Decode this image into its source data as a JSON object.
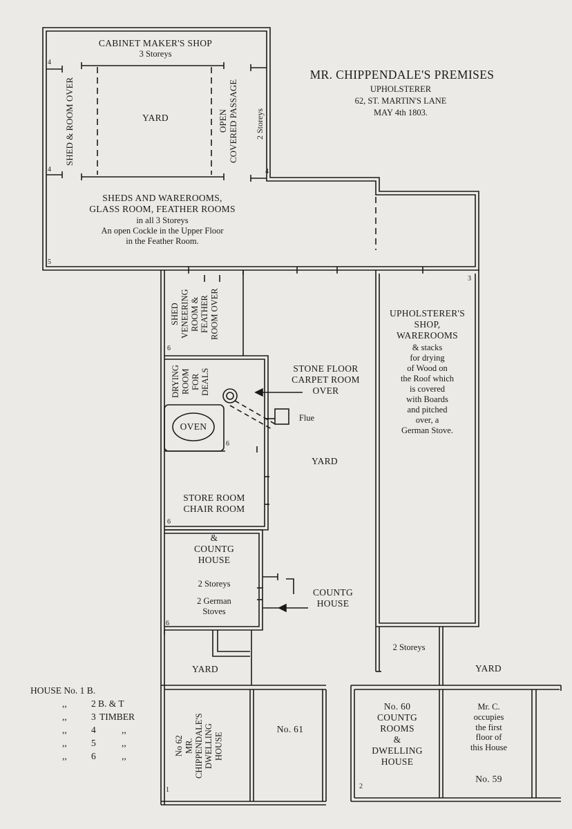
{
  "title": {
    "main": "MR. CHIPPENDALE'S PREMISES",
    "line1": "UPHOLSTERER",
    "line2": "62, ST. MARTIN'S LANE",
    "line3": "MAY 4th 1803."
  },
  "rooms": {
    "cabinet_shop": "CABINET MAKER'S SHOP",
    "cabinet_storeys": "3 Storeys",
    "shed_room_over": "SHED & ROOM OVER",
    "yard_top": "YARD",
    "covered_passage": "OPEN\nCOVERED PASSAGE",
    "two_storeys_right": "2 Storeys",
    "sheds_warerooms": "SHEDS AND WAREROOMS,\nGLASS ROOM, FEATHER ROOMS",
    "sheds_sub": "in all 3 Storeys\nAn open Cockle in the Upper Floor\nin the Feather Room.",
    "shed_veneering": "SHED\nVENEERING\nROOM &\nFEATHER\nROOM OVER",
    "drying_room": "DRYING\nROOM\nFOR\nDEALS",
    "oven": "OVEN",
    "stone_floor": "STONE FLOOR\nCARPET ROOM\nOVER",
    "flue": "Flue",
    "upholsterer_title": "UPHOLSTERER'S\nSHOP,\nWAREROOMS",
    "upholsterer_sub": "& stacks\nfor drying\nof Wood on\nthe Roof which\nis covered\nwith Boards\nand pitched\nover, a\nGerman Stove.",
    "yard_middle": "YARD",
    "store_room": "STORE ROOM\nCHAIR ROOM",
    "count_house_a": "&\nCOUNTG\nHOUSE",
    "two_storeys": "2 Storeys",
    "german_stoves": "2 German\nStoves",
    "count_house_b": "COUNTG\nHOUSE",
    "two_storeys_lower": "2 Storeys",
    "yard_left": "YARD",
    "yard_right": "YARD",
    "house_62": "No 62\nMR.\nCHIPPENDALE'S\nDWELLING\nHOUSE",
    "house_61": "No. 61",
    "house_60": "No. 60\nCOUNTG\nROOMS\n&\nDWELLING\nHOUSE",
    "mr_c": "Mr. C.\noccupies\nthe first\nfloor of\nthis House",
    "house_59": "No. 59"
  },
  "numbers": {
    "n4a": "4",
    "n4b": "4",
    "n4c": "4",
    "n5": "5",
    "n3": "3",
    "n6a": "6",
    "n6b": "6",
    "n6c": "6",
    "n6d": "6",
    "n1": "1",
    "n2": "2"
  },
  "legend": {
    "house_no": "HOUSE No. 1 B.",
    "rows": [
      {
        "mark": ",,",
        "num": "2",
        "val": "B. & T"
      },
      {
        "mark": ",,",
        "num": "3",
        "val": "TIMBER"
      },
      {
        "mark": ",,",
        "num": "4",
        "val": ",,"
      },
      {
        "mark": ",,",
        "num": "5",
        "val": ",,"
      },
      {
        "mark": ",,",
        "num": "6",
        "val": ",,"
      }
    ]
  }
}
